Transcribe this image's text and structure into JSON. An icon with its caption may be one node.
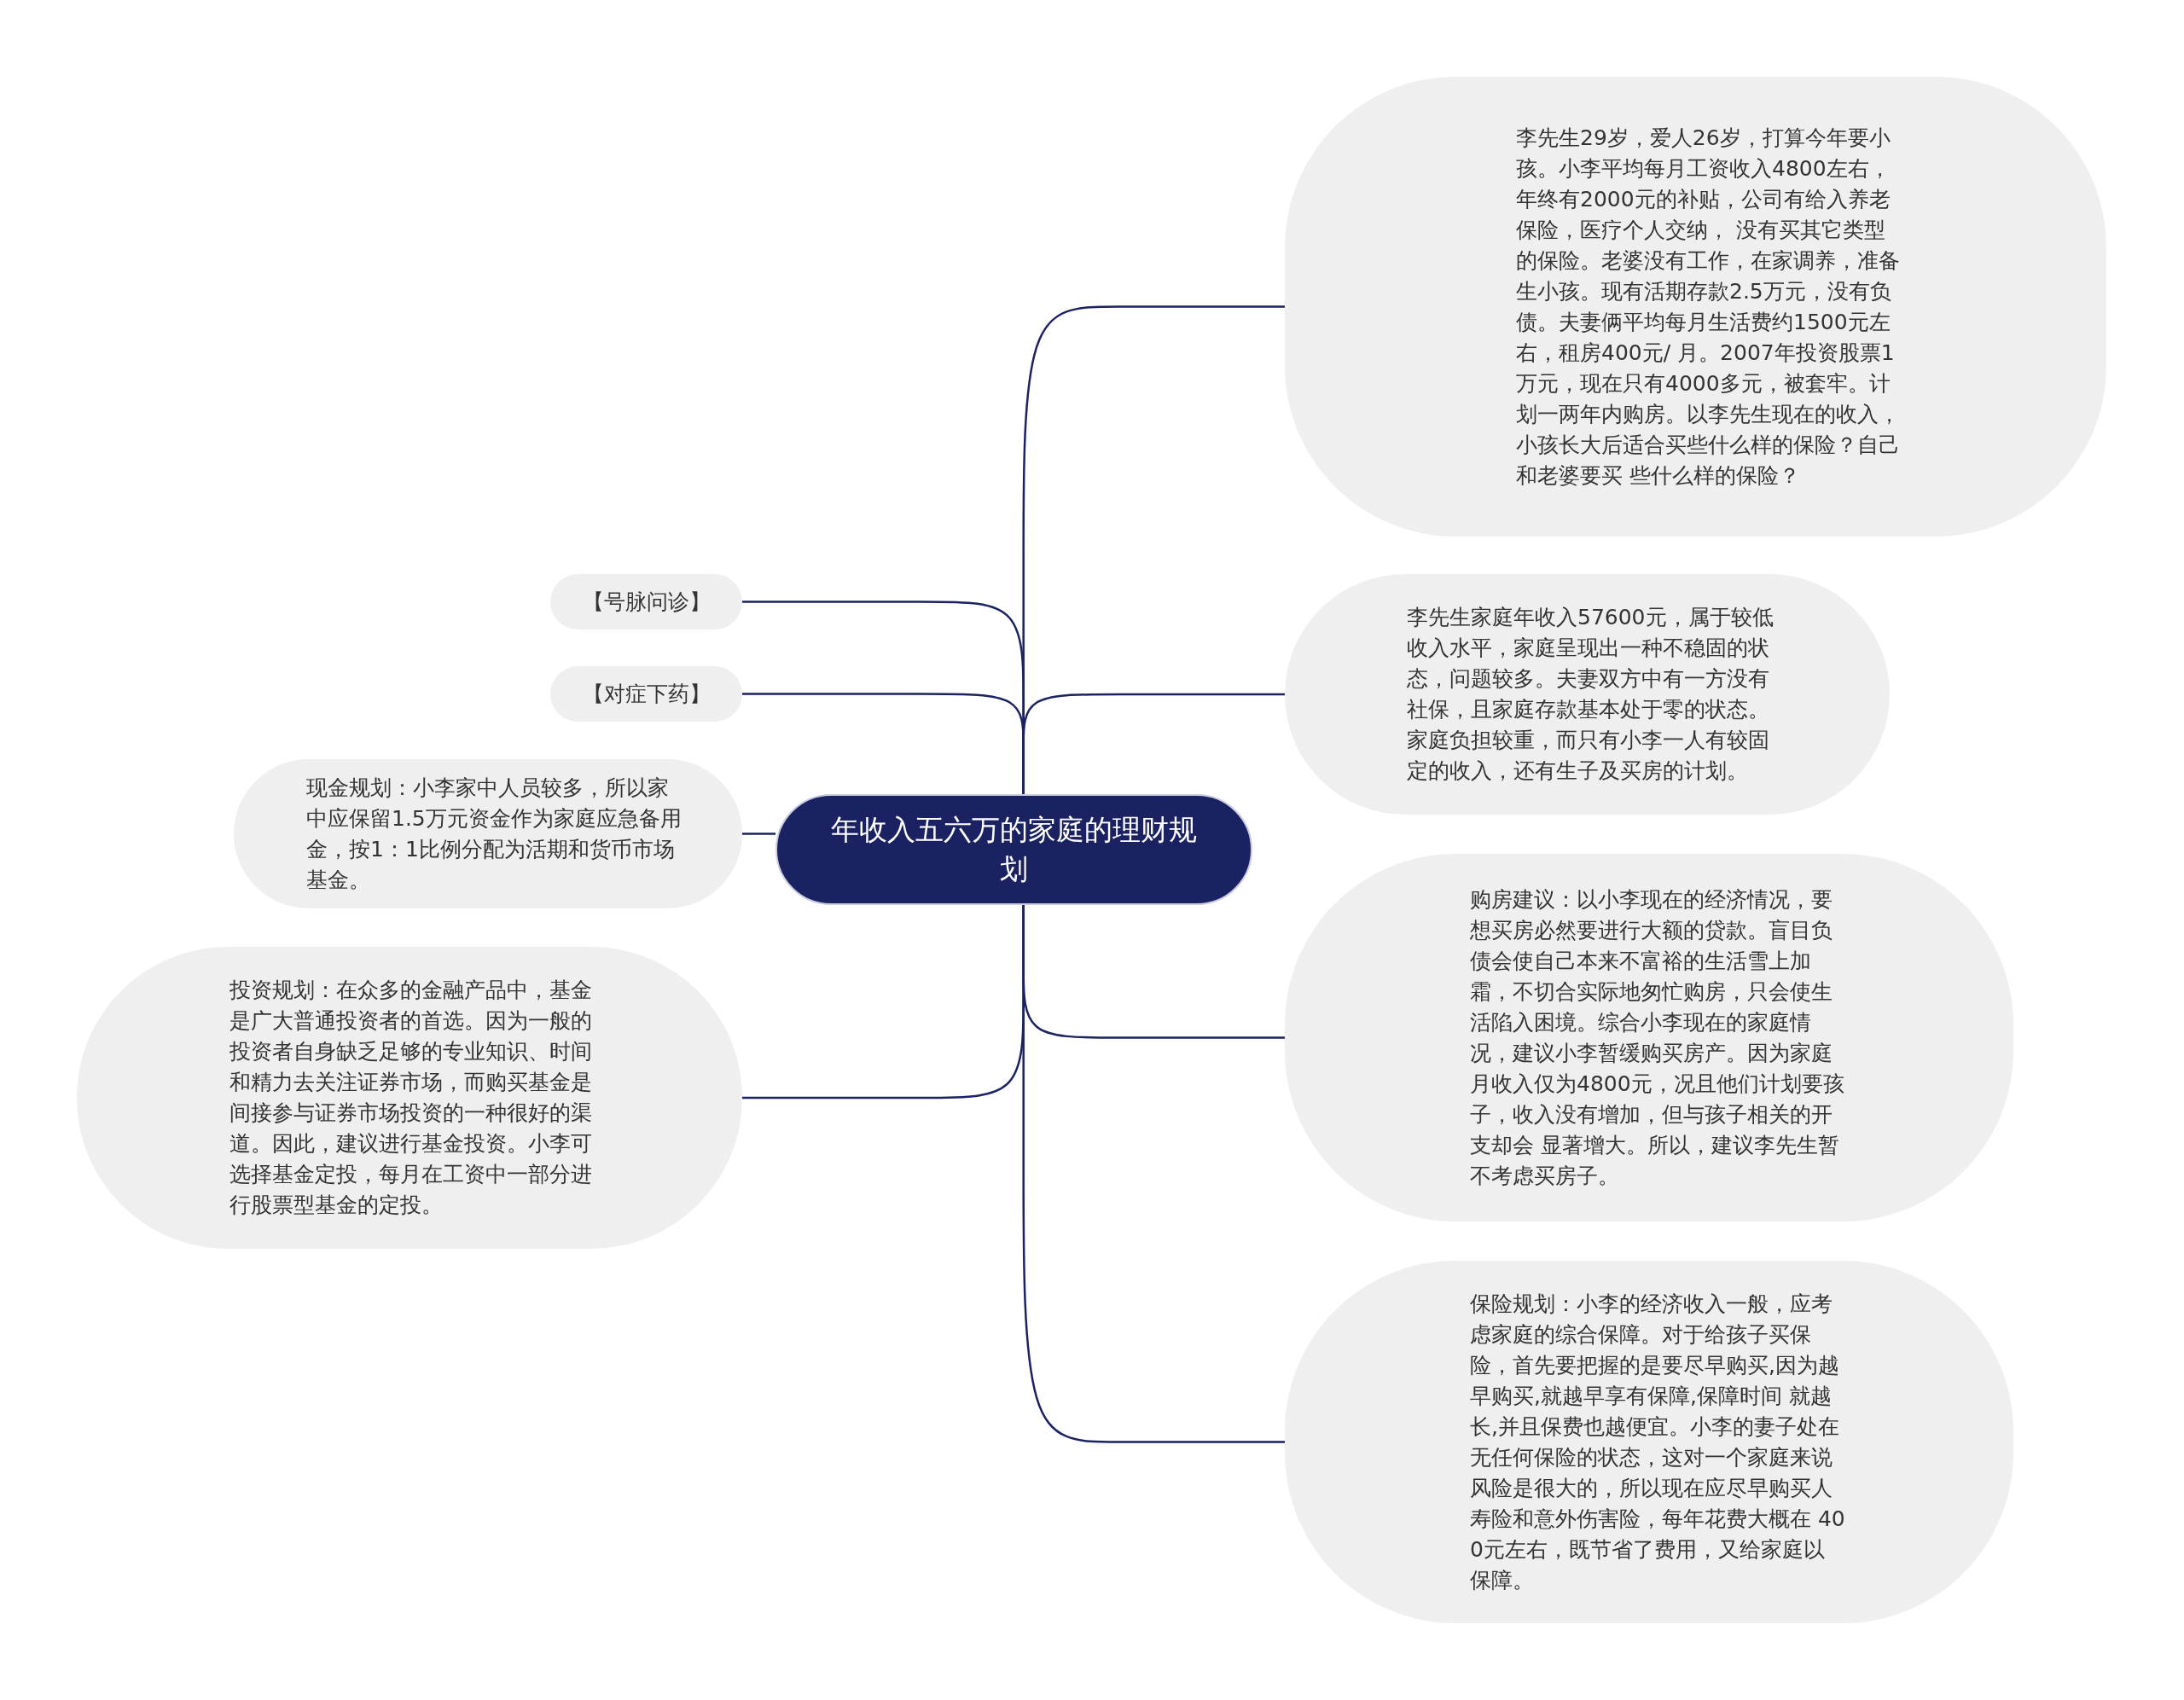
{
  "diagram": {
    "nodes": [
      {
        "text": [
          "年收入五六万的家庭的理财规划"
        ]
      },
      {
        "text": [
          "李先生29岁，爱人26岁，打算今年要小孩。小李平均每月工资收入4800左右，年终有2000元的补贴，公司有给入养老保险，医疗个人交纳， 没有买其它类型的保险。老婆没有工作，在家调养，准备生小孩。现有活期存款2.5万元，没有负债。夫妻俩平均每月生活费约1500元左右，租房400元/ 月。2007年投资股票1万元，现在只有4000多元，被套牢。计划一两年内购房。以李先生现在的收入，小孩长大后适合买些什么样的保险？自己和老婆要买 些什么样的保险？"
        ]
      },
      {
        "text": [
          "李先生家庭年收入57600元，属于较低收入水平，家庭呈现出一种不稳固的状态，问题较多。夫妻双方中有一方没有社保，且家庭存款基本处于零的状态。家庭负担较重，而只有小李一人有较固定的收入，还有生子及买房的计划。"
        ]
      },
      {
        "text": [
          "购房建议：以小李现在的经济情况，要想买房必然要进行大额的贷款。盲目负债会使自己本来不富裕的生活雪上加霜，不切合实际地匆忙购房，只会使生活陷入困境。综合小李现在的家庭情况，建议小李暂缓购买房产。因为家庭月收入仅为4800元，况且他们计划要孩子，收入没有增加，但与孩子相关的开支却会 显著增大。所以，建议李先生暂不考虑买房子。"
        ]
      },
      {
        "text": [
          "保险规划：小李的经济收入一般，应考虑家庭的综合保障。对于给孩子买保险，首先要把握的是要尽早购买,因为越早购买,就越早享有保障,保障时间 就越长,并且保费也越便宜。小李的妻子处在无任何保险的状态，这对一个家庭来说风险是很大的，所以现在应尽早购买人寿险和意外伤害险，每年花费大概在 400元左右，既节省了费用，又给家庭以保障。"
        ]
      },
      {
        "text": [
          "【号脉问诊】"
        ]
      },
      {
        "text": [
          "【对症下药】"
        ]
      },
      {
        "text": [
          "现金规划：小李家中人员较多，所以家中应保留1.5万元资金作为家庭应急备用金，按1：1比例分配为活期和货币市场基金。"
        ]
      },
      {
        "text": [
          "投资规划：在众多的金融产品中，基金是广大普通投资者的首选。因为一般的投资者自身缺乏足够的专业知识、时间和精力去关注证券市场，而购买基金是间接参与证券市场投资的一种很好的渠道。因此，建议进行基金投资。小李可选择基金定投，每月在工资中一部分进行股票型基金的定投。"
        ]
      }
    ],
    "edges": [
      {
        "from": 0,
        "to": 1,
        "arrow": "none"
      },
      {
        "from": 0,
        "to": 2,
        "arrow": "none"
      },
      {
        "from": 0,
        "to": 3,
        "arrow": "none"
      },
      {
        "from": 0,
        "to": 4,
        "arrow": "none"
      },
      {
        "from": 0,
        "to": 5,
        "arrow": "none"
      },
      {
        "from": 0,
        "to": 6,
        "arrow": "none"
      },
      {
        "from": 0,
        "to": 7,
        "arrow": "none"
      },
      {
        "from": 0,
        "to": 8,
        "arrow": "none"
      }
    ]
  }
}
